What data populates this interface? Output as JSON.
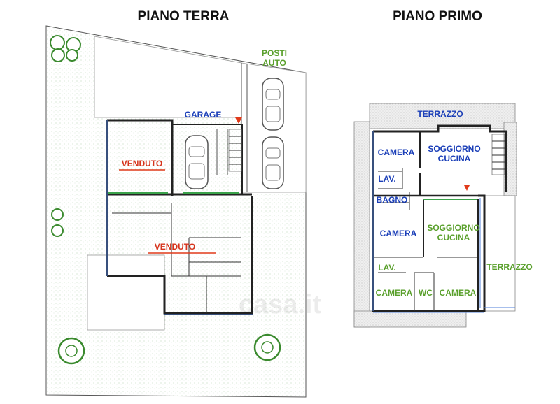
{
  "floors": {
    "ground": {
      "title": "PIANO TERRA",
      "labels": {
        "posti_auto_1": "POSTI",
        "posti_auto_2": "AUTO",
        "garage": "GARAGE",
        "venduto_1": "VENDUTO",
        "venduto_2": "VENDUTO"
      }
    },
    "first": {
      "title": "PIANO PRIMO",
      "labels": {
        "terrazzo_top": "TERRAZZO",
        "camera_1": "CAMERA",
        "soggiorno_1a": "SOGGIORNO",
        "soggiorno_1b": "CUCINA",
        "lav_1": "LAV.",
        "bagno": "BAGNO",
        "camera_2": "CAMERA",
        "soggiorno_2a": "SOGGIORNO",
        "soggiorno_2b": "CUCINA",
        "terrazzo_right": "TERRAZZO",
        "lav_2": "LAV.",
        "camera_3": "CAMERA",
        "wc": "WC",
        "camera_4": "CAMERA"
      }
    }
  },
  "watermark": "casa.it",
  "colors": {
    "blue_label": "#1b3fb8",
    "green_label": "#5aa02c",
    "red_label": "#d6341c",
    "hatch": "#d9d9d9"
  }
}
